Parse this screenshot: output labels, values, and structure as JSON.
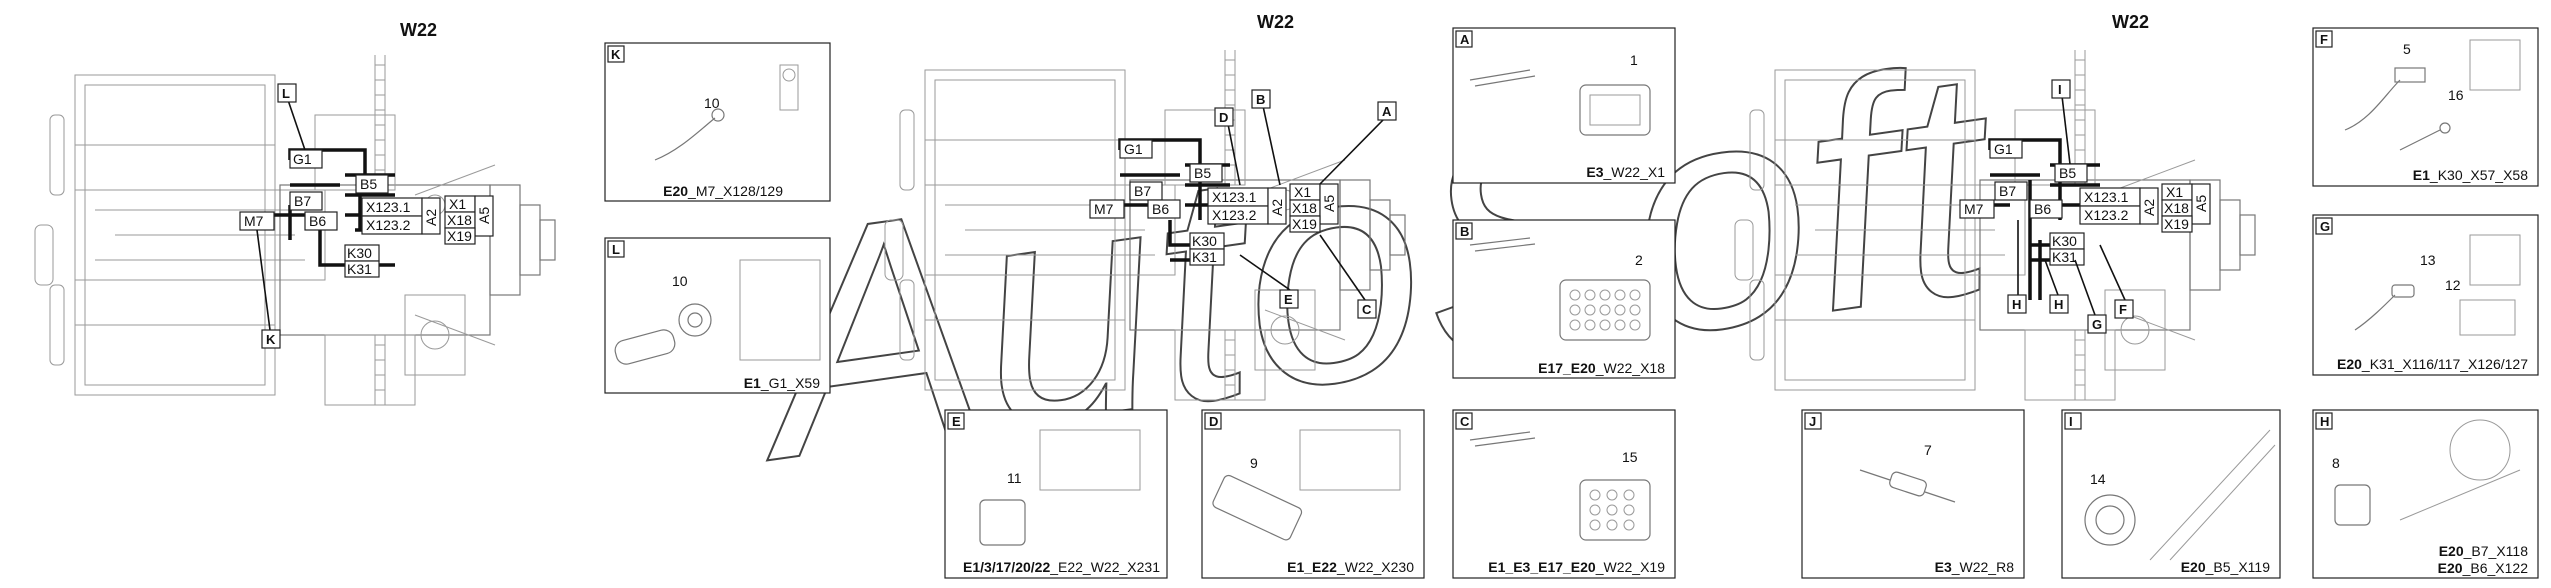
{
  "diagrams": [
    {
      "title": "W22",
      "connectors": [
        "G1",
        "B5",
        "B7",
        "B6",
        "M7",
        "X123.1",
        "X123.2",
        "A2",
        "X1",
        "X18",
        "A5",
        "X19",
        "K30",
        "K31"
      ],
      "callouts": [
        "L",
        "K"
      ]
    },
    {
      "title": "W22",
      "connectors": [
        "G1",
        "B5",
        "B7",
        "B6",
        "M7",
        "X123.1",
        "X123.2",
        "A2",
        "X1",
        "X18",
        "A5",
        "X19",
        "K30",
        "K31"
      ],
      "callouts": [
        "D",
        "B",
        "A",
        "E",
        "C"
      ]
    },
    {
      "title": "W22",
      "connectors": [
        "G1",
        "B5",
        "B7",
        "B6",
        "M7",
        "X123.1",
        "X123.2",
        "A2",
        "X1",
        "X18",
        "A5",
        "X19",
        "K30",
        "K31"
      ],
      "callouts": [
        "I",
        "H",
        "H",
        "G",
        "F"
      ]
    }
  ],
  "panels": [
    {
      "id": "K",
      "item": "10",
      "caption_bold": "E20",
      "caption": "_M7_X128/129"
    },
    {
      "id": "L",
      "item": "10",
      "caption_bold": "E1",
      "caption": "_G1_X59"
    },
    {
      "id": "A",
      "item": "1",
      "caption_bold": "E3",
      "caption": "_W22_X1"
    },
    {
      "id": "B",
      "item": "2",
      "caption_bold": "E17_E20",
      "caption": "_W22_X18"
    },
    {
      "id": "E",
      "item": "11",
      "caption_bold": "E1/3/17/20/22",
      "caption": "_E22_W22_X231"
    },
    {
      "id": "D",
      "item": "9",
      "caption_bold": "E1_E22",
      "caption": "_W22_X230"
    },
    {
      "id": "C",
      "item": "15",
      "caption_bold": "E1_E3_E17_E20",
      "caption": "_W22_X19"
    },
    {
      "id": "J",
      "item": "7",
      "caption_bold": "E3",
      "caption": "_W22_R8"
    },
    {
      "id": "I",
      "item": "14",
      "caption_bold": "E20",
      "caption": "_B5_X119"
    },
    {
      "id": "F",
      "item": "5",
      "item2": "16",
      "caption_bold": "E1",
      "caption": "_K30_X57_X58"
    },
    {
      "id": "G",
      "item": "13",
      "item2": "12",
      "caption_bold": "E20",
      "caption": "_K31_X116/117_X126/127"
    },
    {
      "id": "H",
      "item": "8",
      "caption_bold": "E20",
      "caption": "_B7_X118",
      "caption_bold2": "E20",
      "caption2": "_B6_X122"
    }
  ],
  "watermark": "AutoSoft"
}
